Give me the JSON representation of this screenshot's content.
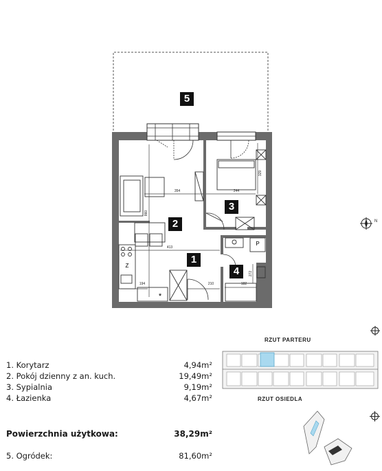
{
  "rooms": [
    {
      "number": "1"
    },
    {
      "number": "2"
    },
    {
      "number": "3"
    },
    {
      "number": "4"
    },
    {
      "number": "5"
    }
  ],
  "dimensions": {
    "d354": "354",
    "d244": "244",
    "d860": "860",
    "d413": "413",
    "d329": "329",
    "d194": "194",
    "d210": "210",
    "d182": "182",
    "d272": "272"
  },
  "fixtures": {
    "fridge": "Z",
    "washer": "P",
    "vent": "*"
  },
  "legend": {
    "items": [
      {
        "name": "1. Korytarz",
        "area": "4,94m²"
      },
      {
        "name": "2. Pokój dzienny z an. kuch.",
        "area": "19,49m²"
      },
      {
        "name": "3. Sypialnia",
        "area": "9,19m²"
      },
      {
        "name": "4. Łazienka",
        "area": "4,67m²"
      }
    ],
    "total_label": "Powierzchnia użytkowa:",
    "total_value": "38,29m²",
    "garden": {
      "name": "5. Ogródek:",
      "area": "81,60m²"
    }
  },
  "maps": {
    "floor_title": "RZUT PARTERU",
    "estate_title": "RZUT OSIEDLA"
  }
}
